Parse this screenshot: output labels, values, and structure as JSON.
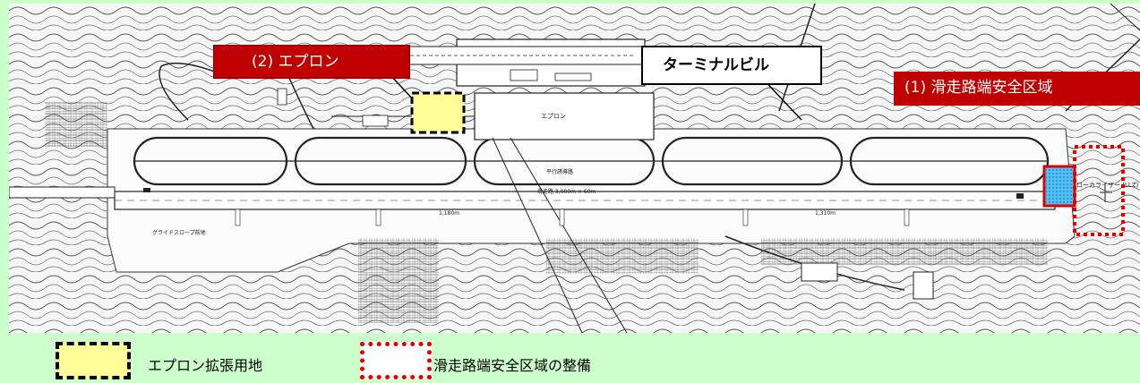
{
  "callouts": {
    "apron": "(2) エプロン",
    "terminal": "ターミナルビル",
    "runway_end": "(1) 滑走路端安全区域"
  },
  "map_labels": {
    "apron_area": "エプロン",
    "runway": "滑走路 3,000m × 60m",
    "localizer": "ローカライザー (LLZ)",
    "glide_slope": "グライドスロープ前地",
    "parallel_taxiway": "平行誘導路",
    "dist_1": "1,180m",
    "dist_2": "1,310m"
  },
  "legend": {
    "apron_expansion": "エプロン拡張用地",
    "runway_end_safety": "滑走路端安全区域の整備"
  },
  "colors": {
    "legend_background": "#ccffcc",
    "apron_expansion_fill": "#ffff99",
    "callout_red": "#c00000",
    "safety_area_border": "#e00000",
    "localizer_fill": "#4fc3f7"
  }
}
